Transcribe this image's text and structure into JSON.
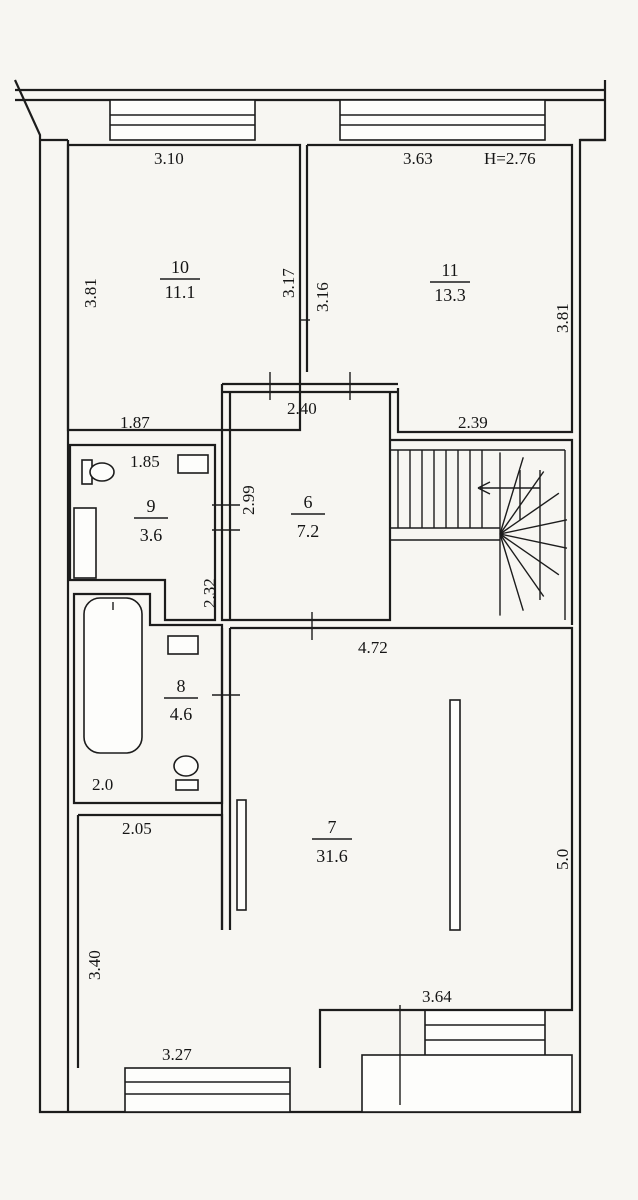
{
  "height_label": "H=2.76",
  "rooms": [
    {
      "number": "10",
      "area": "11.1"
    },
    {
      "number": "11",
      "area": "13.3"
    },
    {
      "number": "9",
      "area": "3.6"
    },
    {
      "number": "6",
      "area": "7.2"
    },
    {
      "number": "8",
      "area": "4.6"
    },
    {
      "number": "7",
      "area": "31.6"
    }
  ],
  "dimensions": [
    "3.10",
    "3.63",
    "3.81",
    "3.17",
    "3.16",
    "3.81",
    "1.87",
    "2.40",
    "2.39",
    "1.85",
    "2.99",
    "2.32",
    "4.72",
    "2.0",
    "2.05",
    "5.0",
    "3.40",
    "3.64",
    "3.27"
  ]
}
